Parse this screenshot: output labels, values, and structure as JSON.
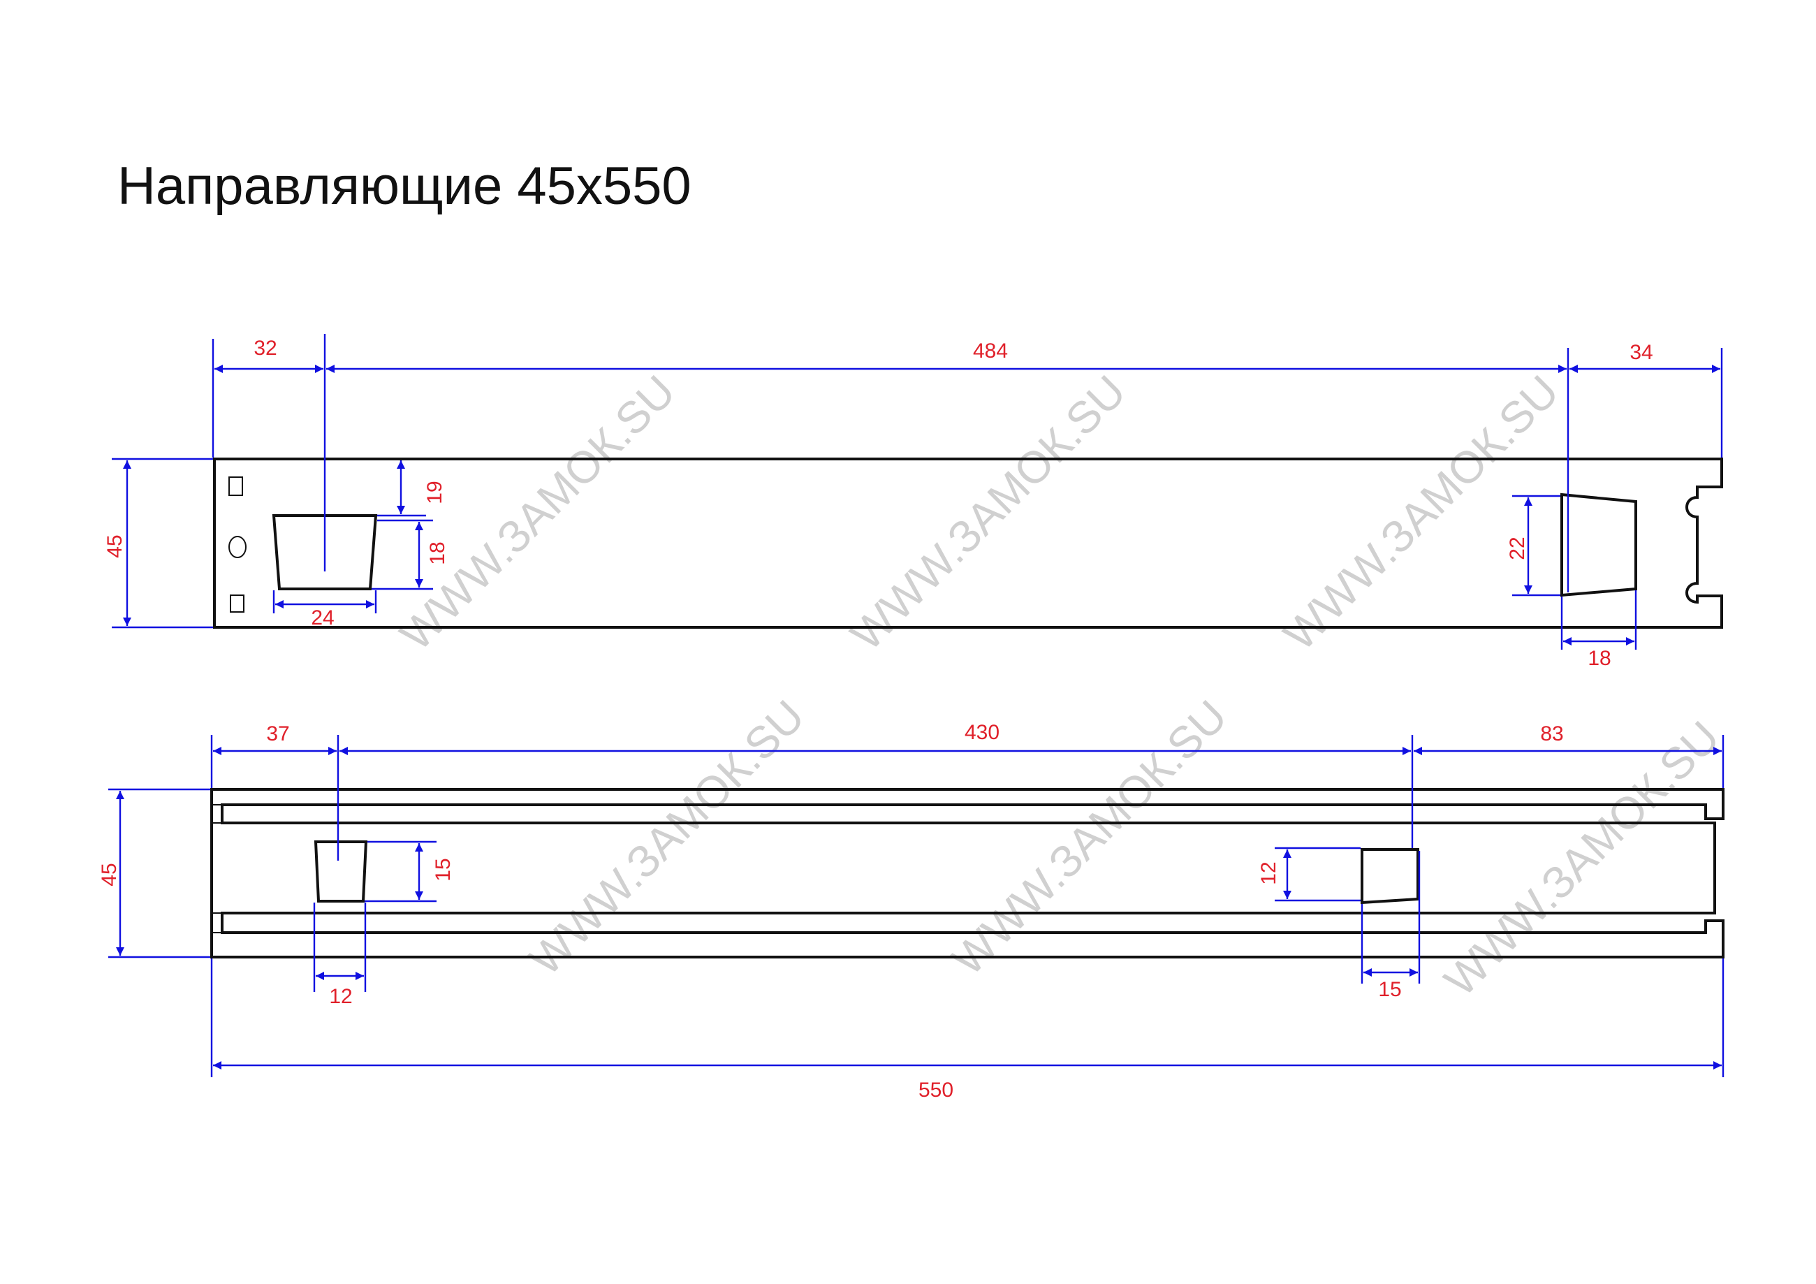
{
  "title": "Направляющие 45x550",
  "colors": {
    "dimension_line": "#1010e0",
    "dimension_text": "#e0202a",
    "outline": "#111111",
    "watermark": "#c8c8c8"
  },
  "watermark": "WWW.ЗАМОК.SU",
  "top_view": {
    "dims": {
      "left_offset": "32",
      "center_span": "484",
      "right_offset": "34",
      "height": "45",
      "slot_top_offset": "19",
      "slot_height": "18",
      "slot_width": "24",
      "tab_height": "22",
      "tab_width": "18"
    }
  },
  "bottom_view": {
    "dims": {
      "left_offset": "37",
      "center_span": "430",
      "right_offset": "83",
      "height": "45",
      "left_slot_height": "15",
      "left_slot_width": "12",
      "right_slot_height": "12",
      "right_slot_width": "15",
      "total_length": "550"
    }
  }
}
